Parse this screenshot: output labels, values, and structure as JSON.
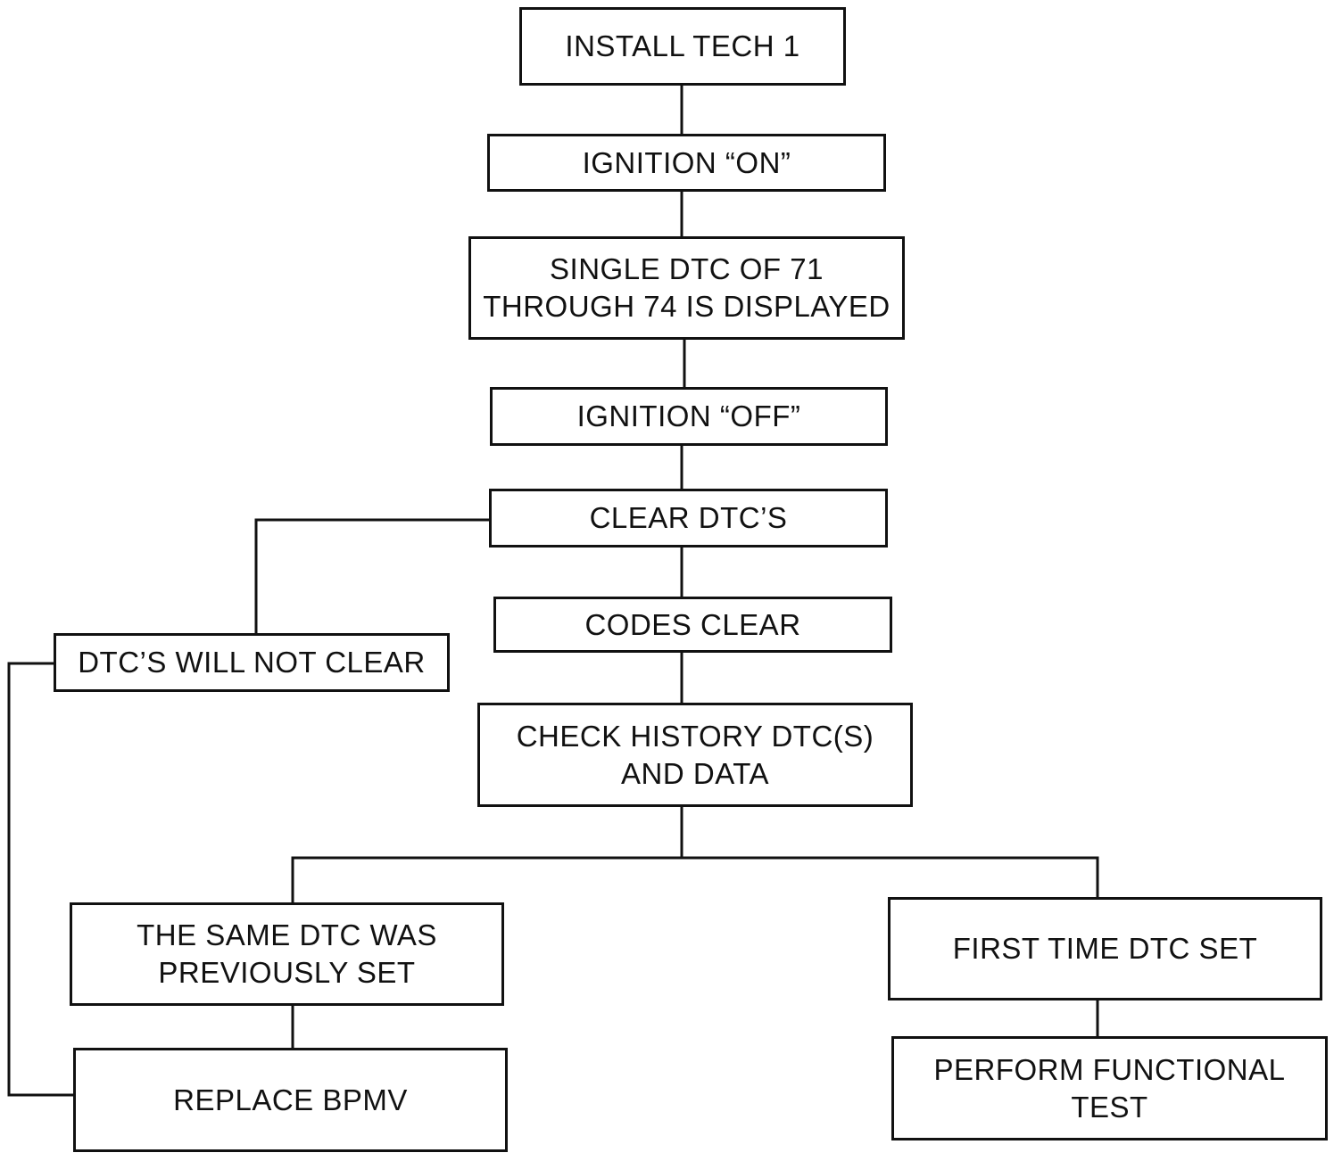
{
  "colors": {
    "ink": "#111111",
    "background": "#ffffff"
  },
  "flowchart": {
    "steps": {
      "install_tech": "INSTALL TECH 1",
      "ignition_on": "IGNITION “ON”",
      "single_dtc": "SINGLE DTC OF 71\nTHROUGH 74 IS DISPLAYED",
      "ignition_off": "IGNITION “OFF”",
      "clear_dtcs": "CLEAR DTC’S",
      "codes_clear": "CODES CLEAR",
      "will_not_clear": "DTC’S WILL NOT CLEAR",
      "check_history": "CHECK HISTORY DTC(S)\nAND DATA",
      "same_dtc": "THE SAME DTC WAS\nPREVIOUSLY SET",
      "first_time": "FIRST TIME DTC SET",
      "replace_bpmv": "REPLACE BPMV",
      "functional_test": "PERFORM FUNCTIONAL TEST"
    }
  }
}
